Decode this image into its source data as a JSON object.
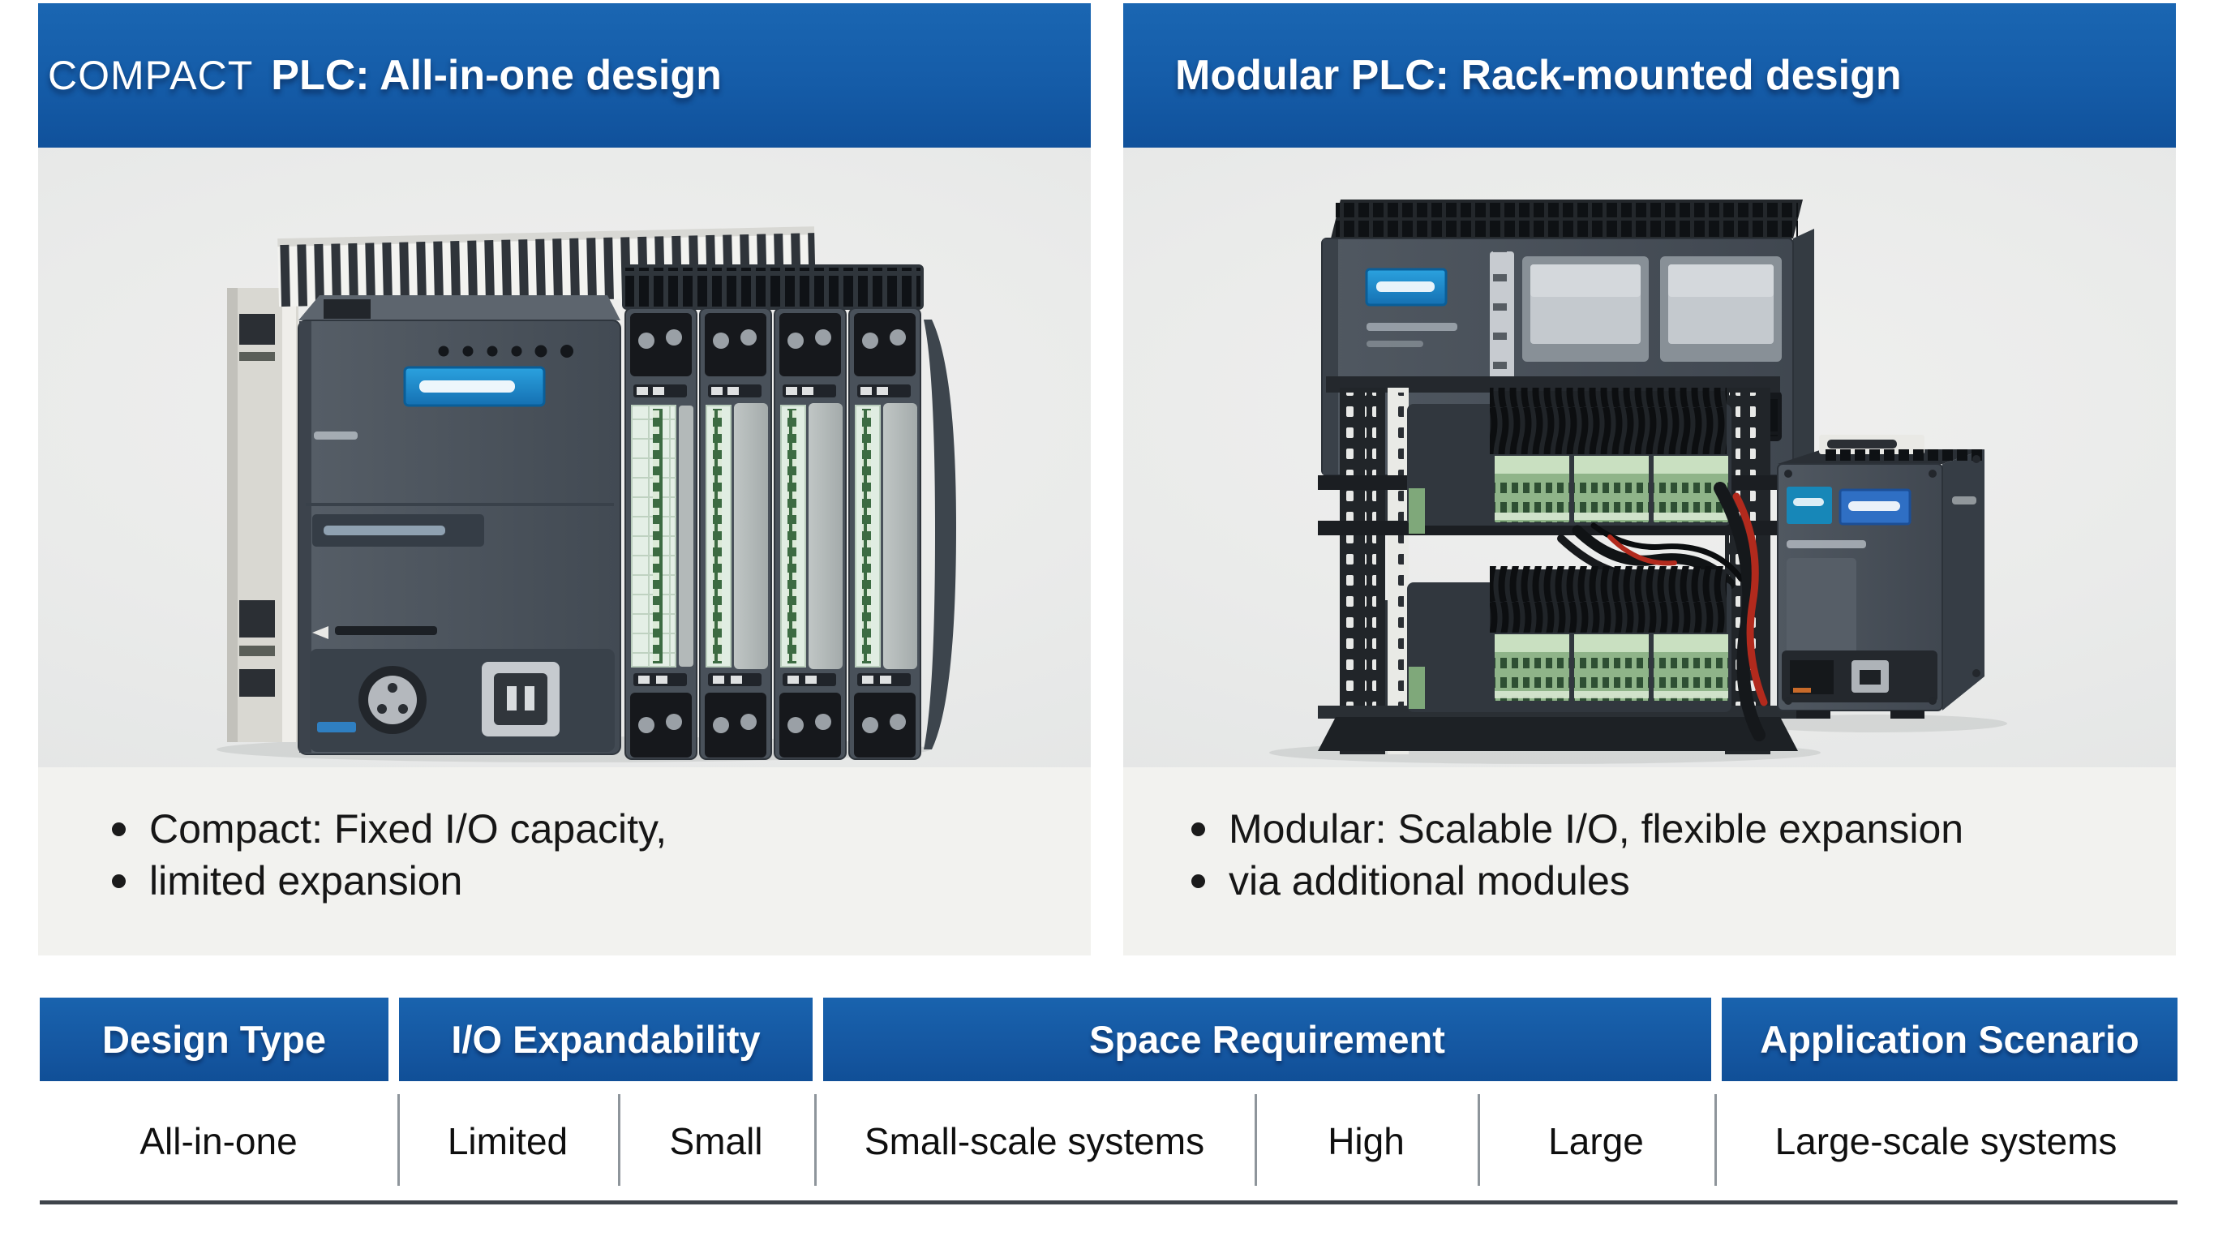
{
  "panels": [
    {
      "header": {
        "title_light": "COMPACT",
        "title_bold": "PLC: All-in-one design"
      },
      "bullets": [
        "Compact: Fixed I/O capacity,",
        "limited expansion"
      ],
      "image_name": "compact-plc-photo"
    },
    {
      "header": {
        "title_light": "",
        "title_bold": "Modular PLC: Rack-mounted design"
      },
      "bullets": [
        "Modular: Scalable I/O, flexible expansion",
        "via additional modules"
      ],
      "image_name": "modular-plc-rack-photo"
    }
  ],
  "table": {
    "headers": [
      {
        "label": "Design Type",
        "span": 1
      },
      {
        "label": "I/O Expandability",
        "span": 2
      },
      {
        "label": "Space Requirement",
        "span": 3
      },
      {
        "label": "Application Scenario",
        "span": 1
      }
    ],
    "row": [
      "All-in-one",
      "Limited",
      "Small",
      "Small-scale systems",
      "High",
      "Large",
      "Large-scale systems"
    ]
  },
  "colors": {
    "header_blue": "#155CA8",
    "table_header_blue": "#14559F",
    "device_label_blue": "#2596D8",
    "figure_background": "#E8EAE9",
    "bullets_background": "#F2F2EF",
    "bottom_rule": "#3F444B"
  }
}
